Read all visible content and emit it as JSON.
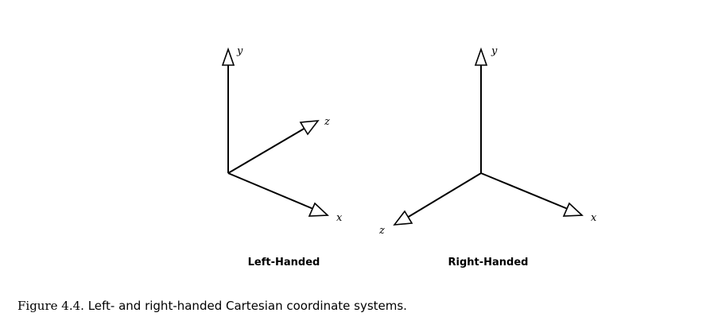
{
  "diagrams": [
    {
      "id": "left",
      "title": "Left-Handed",
      "axes": [
        {
          "name": "y",
          "label": "y"
        },
        {
          "name": "z",
          "label": "z"
        },
        {
          "name": "x",
          "label": "x"
        }
      ]
    },
    {
      "id": "right",
      "title": "Right-Handed",
      "axes": [
        {
          "name": "y",
          "label": "y"
        },
        {
          "name": "z",
          "label": "z"
        },
        {
          "name": "x",
          "label": "x"
        }
      ]
    }
  ],
  "caption": {
    "figure_number": "Figure 4.4.",
    "text": "Left- and right-handed Cartesian coordinate systems."
  }
}
